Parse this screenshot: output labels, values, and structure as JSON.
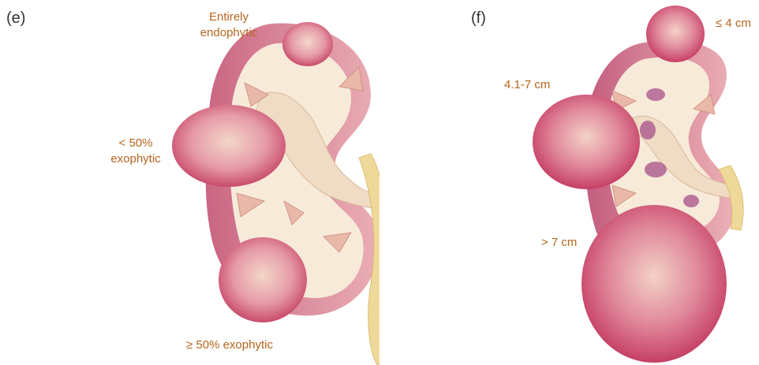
{
  "figure": {
    "panels": [
      {
        "label": "(e)",
        "annotations": {
          "entirely_endophytic_line1": "Entirely",
          "entirely_endophytic_line2": "endophytic",
          "lt50_line1": "< 50%",
          "lt50_line2": "exophytic",
          "ge50": "≥ 50% exophytic"
        }
      },
      {
        "label": "(f)",
        "annotations": {
          "le4": "≤ 4 cm",
          "mid": "4.1-7 cm",
          "gt7": "> 7 cm"
        }
      }
    ],
    "colors": {
      "annotation_text": "#b5651d",
      "tumor": "#c23a5e",
      "kidney_cortex": "#d9707a",
      "kidney_inner": "#f6e7d6",
      "ureter": "#e9d08a"
    }
  }
}
